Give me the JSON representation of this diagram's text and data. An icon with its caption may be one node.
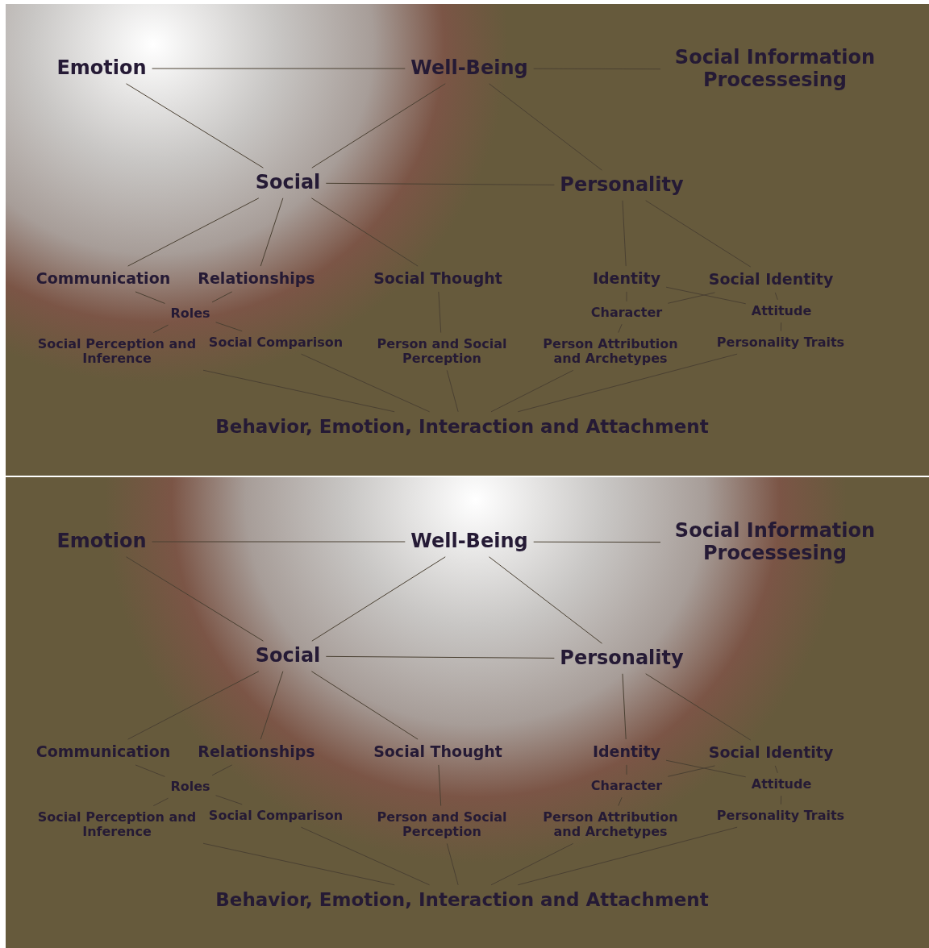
{
  "diagram": {
    "nodes": [
      {
        "text": [
          "Emotion"
        ]
      },
      {
        "text": [
          "Well-Being"
        ]
      },
      {
        "text": [
          "Social Information Processesing"
        ]
      },
      {
        "text": [
          "Social"
        ]
      },
      {
        "text": [
          "Personality"
        ]
      },
      {
        "text": [
          "Communication"
        ]
      },
      {
        "text": [
          "Relationships"
        ]
      },
      {
        "text": [
          "Social Thought"
        ]
      },
      {
        "text": [
          "Identity"
        ]
      },
      {
        "text": [
          "Social Identity"
        ]
      },
      {
        "text": [
          "Roles"
        ]
      },
      {
        "text": [
          "Character"
        ]
      },
      {
        "text": [
          "Attitude"
        ]
      },
      {
        "text": [
          "Social Perception and Inference"
        ]
      },
      {
        "text": [
          "Social Comparison"
        ]
      },
      {
        "text": [
          "Person and Social Perception"
        ]
      },
      {
        "text": [
          "Person Attribution and Archetypes"
        ]
      },
      {
        "text": [
          "Personality Traits"
        ]
      },
      {
        "text": [
          "Behavior, Emotion, Interaction and Attachment"
        ]
      },
      {
        "text": [
          "Emotion"
        ]
      },
      {
        "text": [
          "Well-Being"
        ]
      },
      {
        "text": [
          "Social Information Processesing"
        ]
      },
      {
        "text": [
          "Social"
        ]
      },
      {
        "text": [
          "Personality"
        ]
      },
      {
        "text": [
          "Communication"
        ]
      },
      {
        "text": [
          "Relationships"
        ]
      },
      {
        "text": [
          "Social Thought"
        ]
      },
      {
        "text": [
          "Identity"
        ]
      },
      {
        "text": [
          "Social Identity"
        ]
      },
      {
        "text": [
          "Roles"
        ]
      },
      {
        "text": [
          "Character"
        ]
      },
      {
        "text": [
          "Attitude"
        ]
      },
      {
        "text": [
          "Social Perception and Inference"
        ]
      },
      {
        "text": [
          "Social Comparison"
        ]
      },
      {
        "text": [
          "Person and Social Perception"
        ]
      },
      {
        "text": [
          "Person Attribution and Archetypes"
        ]
      },
      {
        "text": [
          "Personality Traits"
        ]
      },
      {
        "text": [
          "Behavior, Emotion, Interaction and Attachment"
        ]
      }
    ],
    "edges": [
      {
        "from": 0,
        "to": 1,
        "arrow": "none"
      },
      {
        "from": 1,
        "to": 2,
        "arrow": "none"
      },
      {
        "from": 0,
        "to": 3,
        "arrow": "none"
      },
      {
        "from": 1,
        "to": 3,
        "arrow": "none"
      },
      {
        "from": 1,
        "to": 4,
        "arrow": "none"
      },
      {
        "from": 3,
        "to": 4,
        "arrow": "none"
      },
      {
        "from": 3,
        "to": 5,
        "arrow": "none"
      },
      {
        "from": 3,
        "to": 6,
        "arrow": "none"
      },
      {
        "from": 3,
        "to": 7,
        "arrow": "none"
      },
      {
        "from": 4,
        "to": 8,
        "arrow": "none"
      },
      {
        "from": 4,
        "to": 9,
        "arrow": "none"
      },
      {
        "from": 5,
        "to": 10,
        "arrow": "none"
      },
      {
        "from": 6,
        "to": 10,
        "arrow": "none"
      },
      {
        "from": 10,
        "to": 13,
        "arrow": "none"
      },
      {
        "from": 10,
        "to": 14,
        "arrow": "none"
      },
      {
        "from": 7,
        "to": 15,
        "arrow": "none"
      },
      {
        "from": 8,
        "to": 11,
        "arrow": "none"
      },
      {
        "from": 8,
        "to": 12,
        "arrow": "none"
      },
      {
        "from": 9,
        "to": 11,
        "arrow": "none"
      },
      {
        "from": 9,
        "to": 12,
        "arrow": "none"
      },
      {
        "from": 11,
        "to": 16,
        "arrow": "none"
      },
      {
        "from": 12,
        "to": 17,
        "arrow": "none"
      },
      {
        "from": 13,
        "to": 18,
        "arrow": "none"
      },
      {
        "from": 14,
        "to": 18,
        "arrow": "none"
      },
      {
        "from": 15,
        "to": 18,
        "arrow": "none"
      },
      {
        "from": 16,
        "to": 18,
        "arrow": "none"
      },
      {
        "from": 17,
        "to": 18,
        "arrow": "none"
      },
      {
        "from": 19,
        "to": 20,
        "arrow": "none"
      },
      {
        "from": 20,
        "to": 21,
        "arrow": "none"
      },
      {
        "from": 19,
        "to": 22,
        "arrow": "none"
      },
      {
        "from": 20,
        "to": 22,
        "arrow": "none"
      },
      {
        "from": 20,
        "to": 23,
        "arrow": "none"
      },
      {
        "from": 22,
        "to": 23,
        "arrow": "none"
      },
      {
        "from": 22,
        "to": 24,
        "arrow": "none"
      },
      {
        "from": 22,
        "to": 25,
        "arrow": "none"
      },
      {
        "from": 22,
        "to": 26,
        "arrow": "none"
      },
      {
        "from": 23,
        "to": 27,
        "arrow": "none"
      },
      {
        "from": 23,
        "to": 28,
        "arrow": "none"
      },
      {
        "from": 24,
        "to": 29,
        "arrow": "none"
      },
      {
        "from": 25,
        "to": 29,
        "arrow": "none"
      },
      {
        "from": 29,
        "to": 32,
        "arrow": "none"
      },
      {
        "from": 29,
        "to": 33,
        "arrow": "none"
      },
      {
        "from": 26,
        "to": 34,
        "arrow": "none"
      },
      {
        "from": 27,
        "to": 30,
        "arrow": "none"
      },
      {
        "from": 27,
        "to": 31,
        "arrow": "none"
      },
      {
        "from": 28,
        "to": 30,
        "arrow": "none"
      },
      {
        "from": 28,
        "to": 31,
        "arrow": "none"
      },
      {
        "from": 30,
        "to": 35,
        "arrow": "none"
      },
      {
        "from": 31,
        "to": 36,
        "arrow": "none"
      },
      {
        "from": 32,
        "to": 37,
        "arrow": "none"
      },
      {
        "from": 33,
        "to": 37,
        "arrow": "none"
      },
      {
        "from": 34,
        "to": 37,
        "arrow": "none"
      },
      {
        "from": 35,
        "to": 37,
        "arrow": "none"
      },
      {
        "from": 36,
        "to": 37,
        "arrow": "none"
      }
    ]
  }
}
